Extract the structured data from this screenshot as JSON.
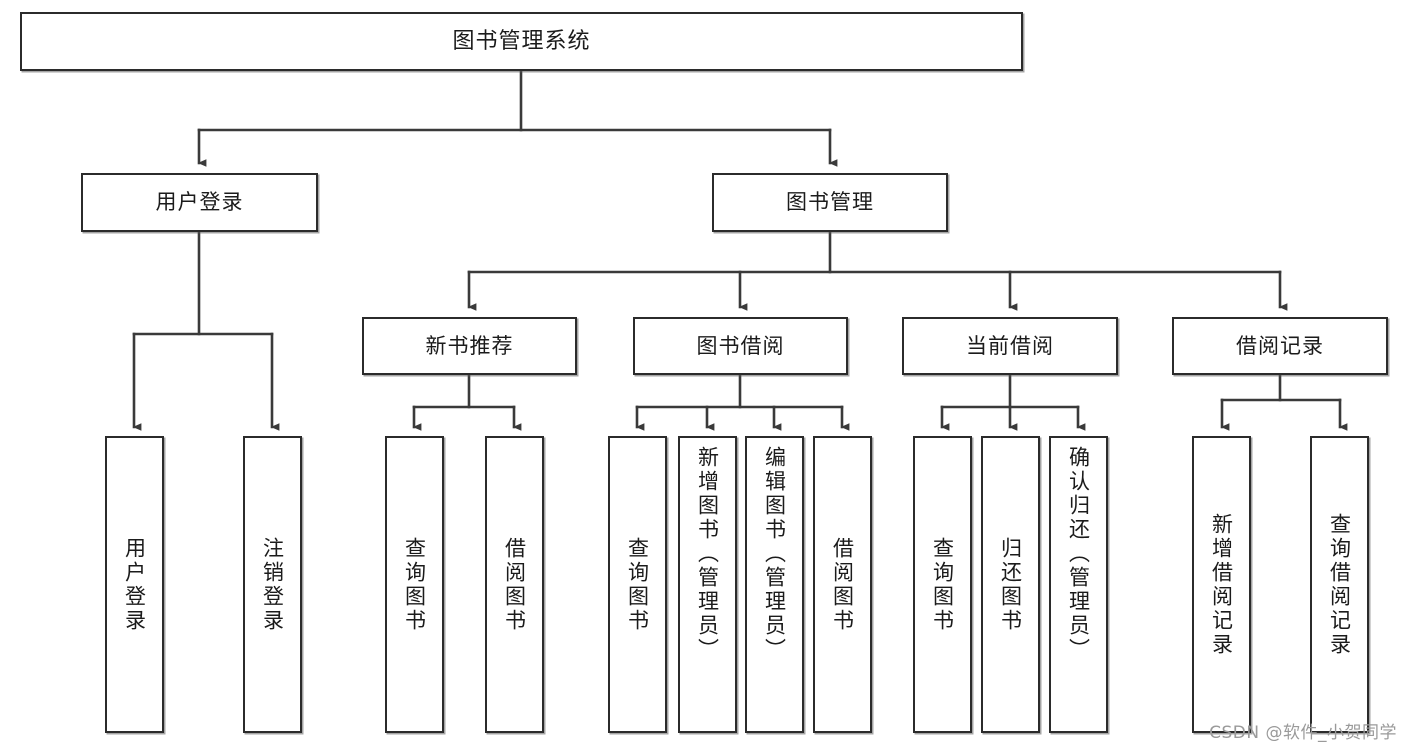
{
  "diagram": {
    "title": "图书管理系统",
    "type": "tree",
    "watermark": "CSDN @软件_小贺同学",
    "colors": {
      "box_border": "#2b2b2b",
      "box_fill": "#ffffff",
      "connector": "#3a3a3a",
      "text": "#1b1b1b",
      "watermark": "#9a9a9a"
    },
    "levels": {
      "root": "图书管理系统",
      "level2": [
        "用户登录",
        "图书管理"
      ],
      "level3": [
        "新书推荐",
        "图书借阅",
        "当前借阅",
        "借阅记录"
      ]
    },
    "nodes": {
      "root": {
        "label": "图书管理系统"
      },
      "user_login": {
        "label": "用户登录"
      },
      "book_manage": {
        "label": "图书管理"
      },
      "new_book_rec": {
        "label": "新书推荐"
      },
      "book_borrow": {
        "label": "图书借阅"
      },
      "current_borrow": {
        "label": "当前借阅"
      },
      "borrow_record": {
        "label": "借阅记录"
      }
    },
    "leaves": {
      "user_login": [
        {
          "label": "用户登录"
        },
        {
          "label": "注销登录"
        }
      ],
      "new_book_rec": [
        {
          "label": "查询图书"
        },
        {
          "label": "借阅图书"
        }
      ],
      "book_borrow": [
        {
          "label": "查询图书"
        },
        {
          "label": "新增图书（管理员）"
        },
        {
          "label": "编辑图书（管理员）"
        },
        {
          "label": "借阅图书"
        }
      ],
      "current_borrow": [
        {
          "label": "查询图书"
        },
        {
          "label": "归还图书"
        },
        {
          "label": "确认归还（管理员）"
        }
      ],
      "borrow_record": [
        {
          "label": "新增借阅记录"
        },
        {
          "label": "查询借阅记录"
        }
      ]
    },
    "edges": [
      {
        "from": "图书管理系统",
        "to": "用户登录"
      },
      {
        "from": "图书管理系统",
        "to": "图书管理"
      },
      {
        "from": "图书管理",
        "to": "新书推荐"
      },
      {
        "from": "图书管理",
        "to": "图书借阅"
      },
      {
        "from": "图书管理",
        "to": "当前借阅"
      },
      {
        "from": "图书管理",
        "to": "借阅记录"
      },
      {
        "from": "用户登录",
        "to": "用户登录"
      },
      {
        "from": "用户登录",
        "to": "注销登录"
      },
      {
        "from": "新书推荐",
        "to": "查询图书"
      },
      {
        "from": "新书推荐",
        "to": "借阅图书"
      },
      {
        "from": "图书借阅",
        "to": "查询图书"
      },
      {
        "from": "图书借阅",
        "to": "新增图书（管理员）"
      },
      {
        "from": "图书借阅",
        "to": "编辑图书（管理员）"
      },
      {
        "from": "图书借阅",
        "to": "借阅图书"
      },
      {
        "from": "当前借阅",
        "to": "查询图书"
      },
      {
        "from": "当前借阅",
        "to": "归还图书"
      },
      {
        "from": "当前借阅",
        "to": "确认归还（管理员）"
      },
      {
        "from": "借阅记录",
        "to": "新增借阅记录"
      },
      {
        "from": "借阅记录",
        "to": "查询借阅记录"
      }
    ]
  }
}
